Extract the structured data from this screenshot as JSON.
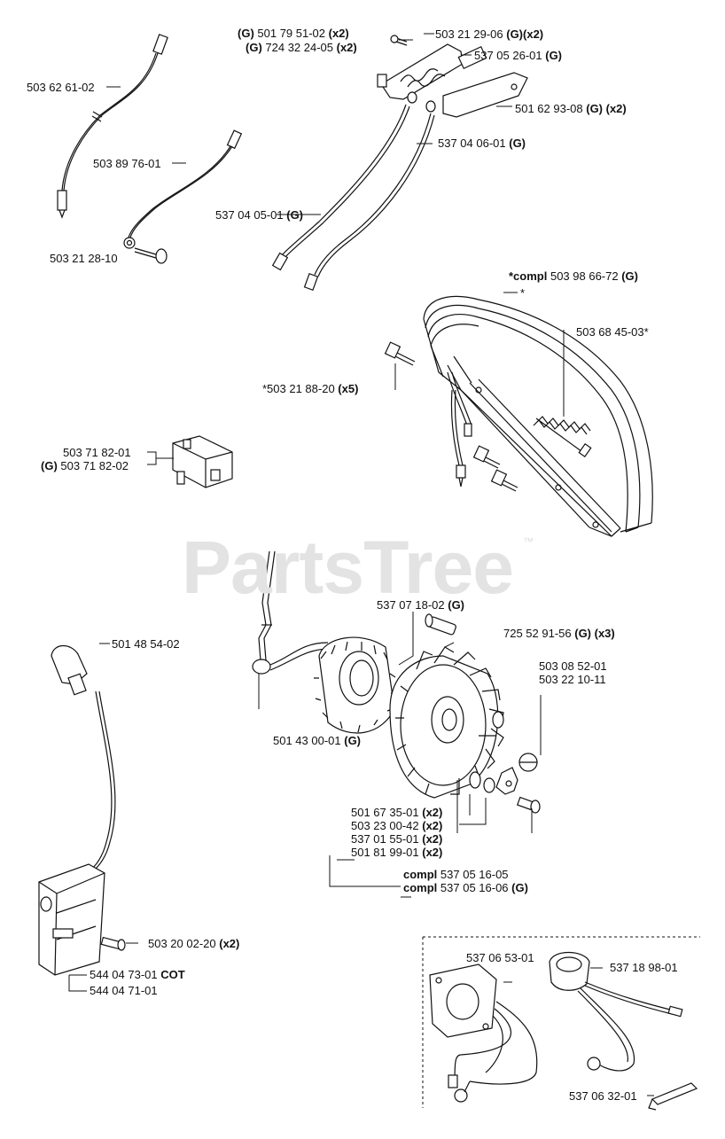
{
  "watermark": {
    "brand": "PartsTree",
    "mark": "™"
  },
  "labels": {
    "l01": {
      "prefix": "",
      "num": "503 62 61-02",
      "suffix": ""
    },
    "l02": {
      "prefix": "",
      "num": "503 89 76-01",
      "suffix": ""
    },
    "l03": {
      "prefix": "",
      "num": "503 21 28-10",
      "suffix": ""
    },
    "l04": {
      "prefix": "(G) ",
      "num": "501 79 51-02 ",
      "suffix": "(x2)"
    },
    "l05": {
      "prefix": "(G) ",
      "num": "724 32 24-05 ",
      "suffix": "(x2)"
    },
    "l06": {
      "prefix": "",
      "num": "503 21 29-06 ",
      "suffix": "(G)(x2)"
    },
    "l07": {
      "prefix": "",
      "num": "537 05 26-01 ",
      "suffix": "(G)"
    },
    "l08": {
      "prefix": "",
      "num": "501 62 93-08 ",
      "suffix": "(G) (x2)"
    },
    "l09": {
      "prefix": "",
      "num": "537 04 06-01 ",
      "suffix": "(G)"
    },
    "l10": {
      "prefix": "",
      "num": "537 04 05-01 ",
      "suffix": "(G)"
    },
    "l11": {
      "prefix": "*compl ",
      "num": "503 98 66-72 ",
      "suffix": "(G)"
    },
    "l12": {
      "prefix": "",
      "num": "*",
      "suffix": ""
    },
    "l13": {
      "prefix": "",
      "num": "503 68 45-03*",
      "suffix": ""
    },
    "l14": {
      "prefix": "",
      "num": "*503 21 88-20 ",
      "suffix": "(x5)"
    },
    "l15": {
      "prefix": "",
      "num": "503 71 82-01",
      "suffix": ""
    },
    "l16": {
      "prefix": "(G) ",
      "num": "503 71 82-02",
      "suffix": ""
    },
    "l17": {
      "prefix": "",
      "num": "537 07 18-02 ",
      "suffix": "(G)"
    },
    "l18": {
      "prefix": "",
      "num": "725 52 91-56 ",
      "suffix": "(G) (x3)"
    },
    "l19": {
      "prefix": "",
      "num": "501 48 54-02",
      "suffix": ""
    },
    "l20": {
      "prefix": "",
      "num": "503 08 52-01",
      "suffix": ""
    },
    "l21": {
      "prefix": "",
      "num": "503 22 10-11",
      "suffix": ""
    },
    "l22": {
      "prefix": "",
      "num": "501 43 00-01 ",
      "suffix": "(G)"
    },
    "l23": {
      "prefix": "",
      "num": "501 67 35-01 ",
      "suffix": "(x2)"
    },
    "l24": {
      "prefix": "",
      "num": "503 23 00-42 ",
      "suffix": "(x2)"
    },
    "l25": {
      "prefix": "",
      "num": "537 01 55-01 ",
      "suffix": "(x2)"
    },
    "l26": {
      "prefix": "",
      "num": "501 81 99-01 ",
      "suffix": "(x2)"
    },
    "l27": {
      "prefix": "compl ",
      "num": "537 05 16-05",
      "suffix": ""
    },
    "l28": {
      "prefix": "compl ",
      "num": "537 05 16-06 ",
      "suffix": "(G)"
    },
    "l29": {
      "prefix": "",
      "num": "503 20 02-20 ",
      "suffix": "(x2)"
    },
    "l30": {
      "prefix": "",
      "num": "544 04 73-01 ",
      "suffix": "COT"
    },
    "l31": {
      "prefix": "",
      "num": "544 04 71-01",
      "suffix": ""
    },
    "l32": {
      "prefix": "",
      "num": "537 06 53-01",
      "suffix": ""
    },
    "l33": {
      "prefix": "",
      "num": "537 18 98-01",
      "suffix": ""
    },
    "l34": {
      "prefix": "",
      "num": "537 06 32-01",
      "suffix": ""
    }
  }
}
